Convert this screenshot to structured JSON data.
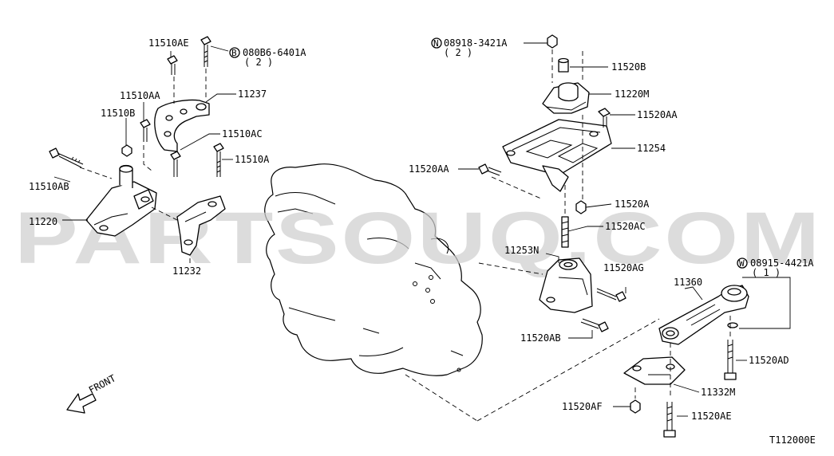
{
  "watermark": "PARTSOUQ.COM",
  "diagram_code": "T112000E",
  "direction": "FRONT",
  "callouts": {
    "b_marker": "B",
    "n_marker": "N",
    "w_marker": "W",
    "bolt_b_code": "080B6-6401A",
    "bolt_b_qty": "( 2 )",
    "bolt_n_code": "08918-3421A",
    "bolt_n_qty": "( 2 )",
    "washer_w_code": "08915-4421A",
    "washer_w_qty": "( 1 )"
  },
  "labels": {
    "p11510AE": "11510AE",
    "p11237": "11237",
    "p11510AA": "11510AA",
    "p11510B": "11510B",
    "p11510AC": "11510AC",
    "p11510A": "11510A",
    "p11510AB": "11510AB",
    "p11220": "11220",
    "p11232": "11232",
    "p11520B": "11520B",
    "p11220M": "11220M",
    "p11520AA_r": "11520AA",
    "p11254": "11254",
    "p11520AA_l": "11520AA",
    "p11520A": "11520A",
    "p11520AC": "11520AC",
    "p11253N": "11253N",
    "p11520AG": "11520AG",
    "p11360": "11360",
    "p11520AB": "11520AB",
    "p11520AD": "11520AD",
    "p11332M": "11332M",
    "p11520AF": "11520AF",
    "p11520AE": "11520AE"
  }
}
